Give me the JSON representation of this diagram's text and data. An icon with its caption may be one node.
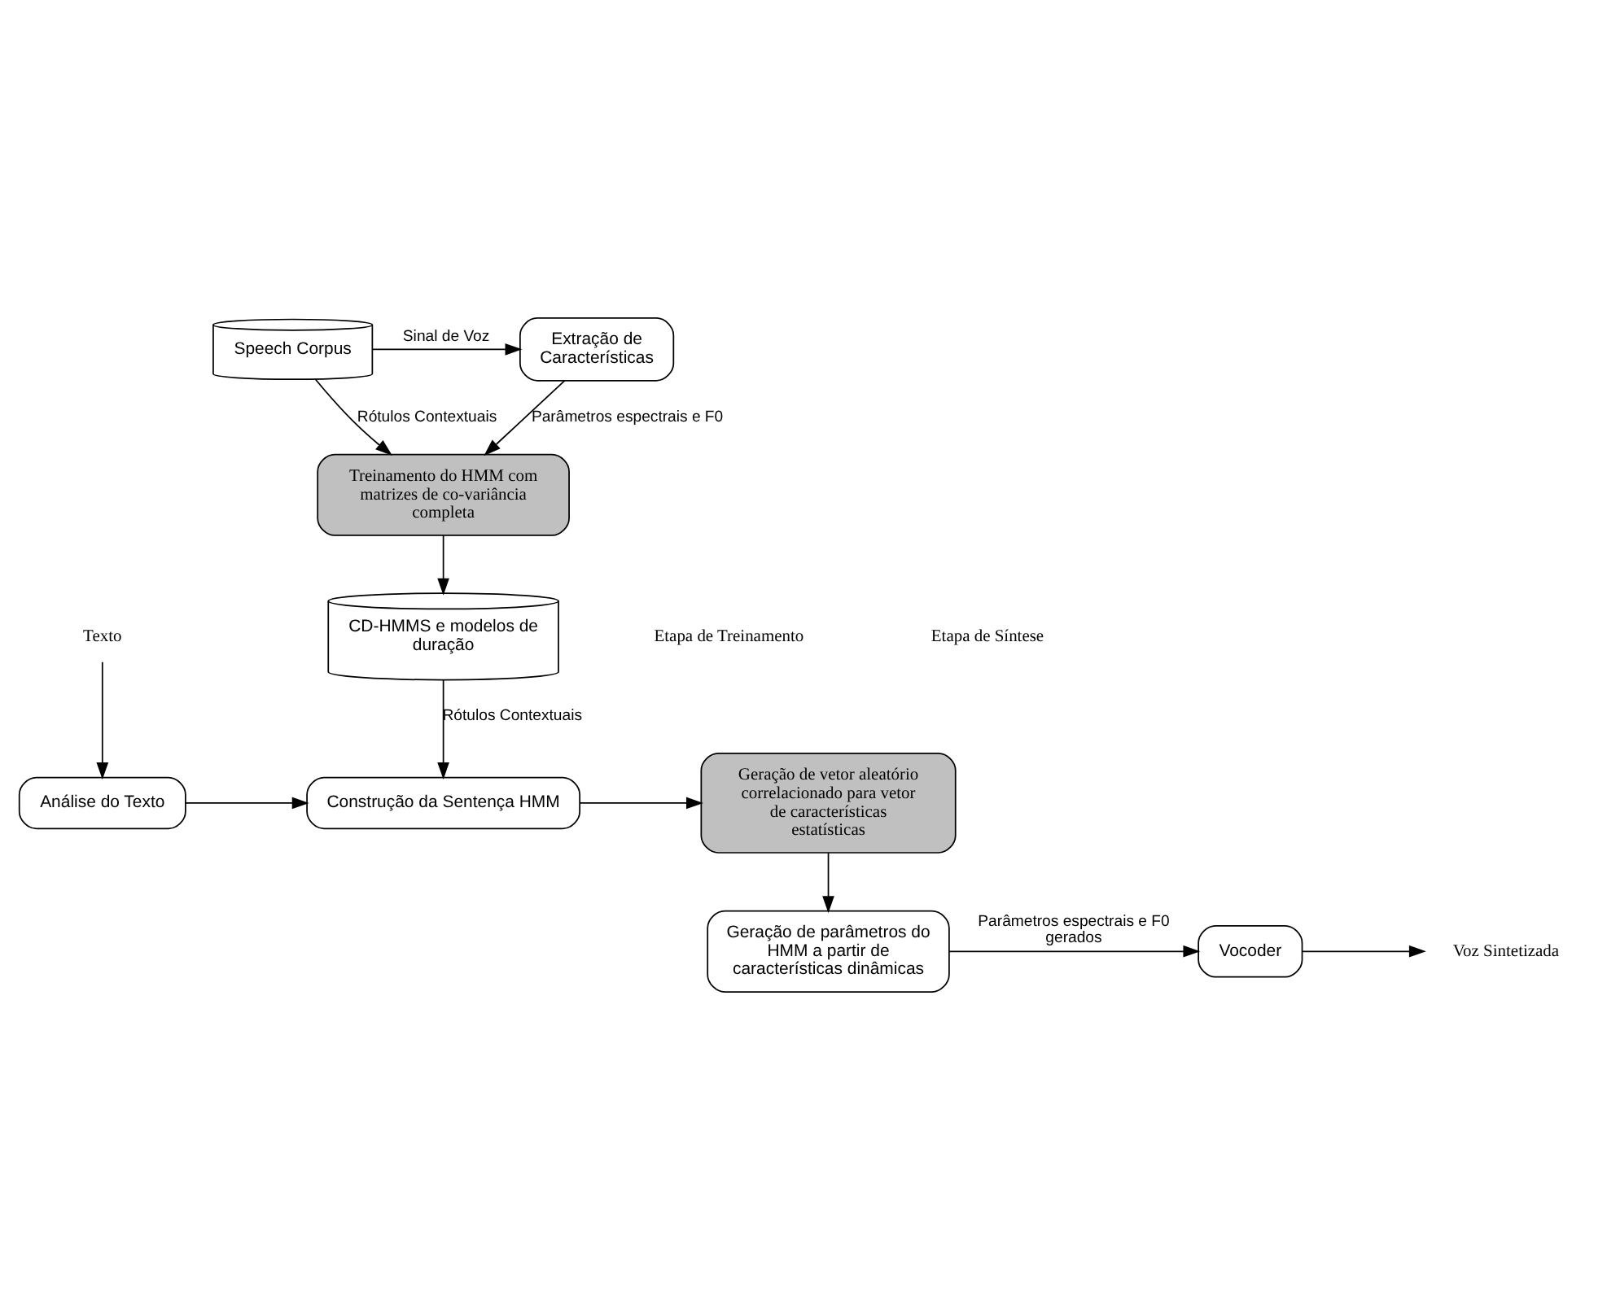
{
  "diagram": {
    "nodes": [
      {
        "text": [
          "Speech Corpus"
        ]
      },
      {
        "text": [
          "Extração de Características"
        ]
      },
      {
        "text": [
          "Treinamento do HMM com matrizes de co-variância completa"
        ]
      },
      {
        "text": [
          "CD-HMMS e modelos de duração"
        ]
      },
      {
        "text": [
          "Texto"
        ]
      },
      {
        "text": [
          "Análise do Texto"
        ]
      },
      {
        "text": [
          "Construção da Sentença HMM"
        ]
      },
      {
        "text": [
          "Geração de vetor aleatório correlacionado para vetor de características estatísticas"
        ]
      },
      {
        "text": [
          "Geração de parâmetros do HMM a partir de características dinâmicas"
        ]
      },
      {
        "text": [
          "Vocoder"
        ]
      },
      {
        "text": [
          "Voz Sintetizada"
        ]
      }
    ],
    "edges": [
      {
        "from": 0,
        "to": 1,
        "arrow": "to",
        "label": "Sinal de Voz"
      },
      {
        "from": 1,
        "to": 2,
        "arrow": "to",
        "label": "Parâmetros espectrais e F0"
      },
      {
        "from": 0,
        "to": 2,
        "arrow": "to",
        "label": "Rótulos Contextuais"
      },
      {
        "from": 2,
        "to": 3,
        "arrow": "to"
      },
      {
        "from": 4,
        "to": 5,
        "arrow": "to"
      },
      {
        "from": 3,
        "to": 6,
        "arrow": "to",
        "label": "Rótulos Contextuais"
      },
      {
        "from": 5,
        "to": 6,
        "arrow": "to"
      },
      {
        "from": 6,
        "to": 7,
        "arrow": "to"
      },
      {
        "from": 7,
        "to": 8,
        "arrow": "to"
      },
      {
        "from": 8,
        "to": 9,
        "arrow": "to",
        "label": "Parâmetros espectrais e F0 gerados"
      },
      {
        "from": 9,
        "to": 10,
        "arrow": "to"
      }
    ],
    "labels": [
      "Etapa de Treinamento",
      "Etapa de Síntese"
    ]
  }
}
